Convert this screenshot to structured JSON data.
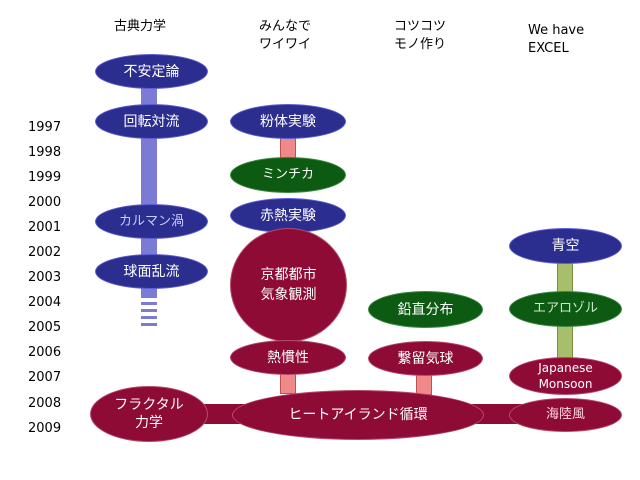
{
  "columns": {
    "classical": "古典力学",
    "minna": "みんなで\nワイワイ",
    "kotsukotsu": "コツコツ\nモノ作り",
    "excel": "We have\nEXCEL"
  },
  "years": [
    "1997",
    "1998",
    "1999",
    "2000",
    "2001",
    "2002",
    "2003",
    "2004",
    "2005",
    "2006",
    "2007",
    "2008",
    "2009"
  ],
  "nodes": {
    "fuantei": "不安定論",
    "kaiten": "回転対流",
    "karman": "カルマン渦",
    "kyumen": "球面乱流",
    "funtai": "粉体実験",
    "minchika": "ミンチカ",
    "sekinetsu": "赤熱実験",
    "kyoto": "京都都市\n気象観測",
    "netsukan": "熱慣性",
    "enchoku": "鉛直分布",
    "keiryu": "繋留気球",
    "aozora": "青空",
    "aerosol": "エアロゾル",
    "monsoon": "Japanese\nMonsoon",
    "fractal": "フラクタル\n力学",
    "heat_island": "ヒートアイランド循環",
    "kairikufu": "海陸風"
  },
  "colors": {
    "navy": "#2b2d8f",
    "maroon": "#8e0b36",
    "green": "#0d5a12",
    "purple_bar": "#7b7bd6",
    "pink_bar": "#f08a8a",
    "olive_bar": "#a7be6a"
  }
}
